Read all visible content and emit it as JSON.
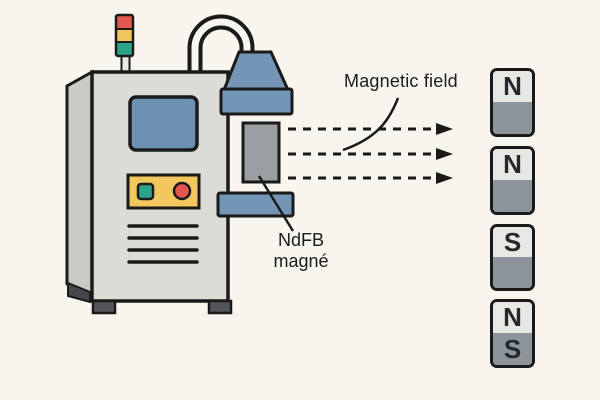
{
  "scene": {
    "background": "#f8f4ee",
    "outline": "#1a1a1a"
  },
  "annotations": {
    "field_label": "Magnetic field",
    "part_label_line1": "NdFB",
    "part_label_line2": "magné"
  },
  "machine": {
    "body_color": "#dcdcd6",
    "side_color": "#c9cac3",
    "screen_color": "#6d91b3",
    "accent_color": "#7495b5",
    "panel_color": "#f2c75e",
    "workpiece_color": "#9aa0a2",
    "foot_color": "#55565b",
    "pole_fill": "#ece9e3",
    "stack_light": {
      "red": "#e2574e",
      "yellow": "#f0c65f",
      "green": "#2da489"
    },
    "button_green": "#2da489",
    "button_red": "#e2574e"
  },
  "output_magnets": [
    {
      "top": "N",
      "bottom": ""
    },
    {
      "top": "N",
      "bottom": ""
    },
    {
      "top": "S",
      "bottom": ""
    },
    {
      "top": "N",
      "bottom": "S"
    }
  ],
  "magnet_style": {
    "pole_light": "#e7e7e3",
    "pole_dark": "#8d959b"
  }
}
